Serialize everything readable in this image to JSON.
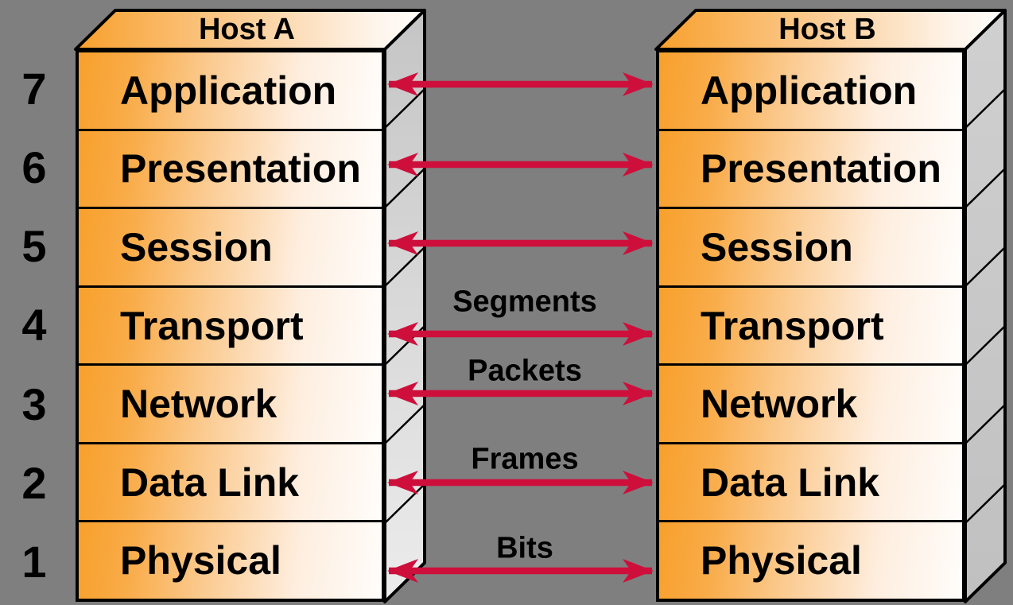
{
  "hosts": [
    {
      "name": "Host A"
    },
    {
      "name": "Host B"
    }
  ],
  "layers": [
    {
      "number": "7",
      "name": "Application"
    },
    {
      "number": "6",
      "name": "Presentation"
    },
    {
      "number": "5",
      "name": "Session"
    },
    {
      "number": "4",
      "name": "Transport"
    },
    {
      "number": "3",
      "name": "Network"
    },
    {
      "number": "2",
      "name": "Data Link"
    },
    {
      "number": "1",
      "name": "Physical"
    }
  ],
  "pdus": [
    {
      "label": "Segments",
      "layer": "Transport"
    },
    {
      "label": "Packets",
      "layer": "Network"
    },
    {
      "label": "Frames",
      "layer": "Data Link"
    },
    {
      "label": "Bits",
      "layer": "Physical"
    }
  ],
  "colors": {
    "background_gray": "#7F7F7F",
    "layer_orange": "#F8A02C",
    "arrow_red": "#CE0F3B",
    "outline_black": "#000000"
  }
}
